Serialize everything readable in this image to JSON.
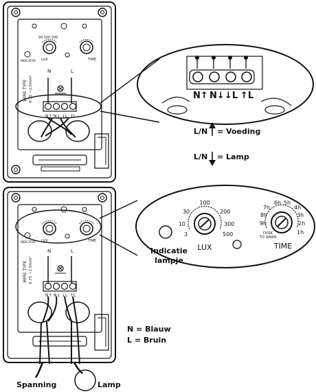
{
  "top_device": {
    "knob_lux_label": "LUX",
    "knob_time_label": "TIME",
    "indicator_label": "INDICATOR",
    "wire_type_label": "WIRE TYPE",
    "wire_spec": "0.75 ~1.5mm²",
    "n_label": "N",
    "l_label": "L",
    "terminals": [
      "N↑",
      "N↓",
      "↓L",
      "↑L"
    ]
  },
  "zoom_terminals": {
    "labels": [
      "N↑",
      "N↓",
      "↓L",
      "↑L"
    ]
  },
  "legend_arrows": {
    "supply_prefix": "L/N",
    "supply_text": "= Voeding",
    "lamp_prefix": "L/N",
    "lamp_text": "= Lamp"
  },
  "zoom_knobs": {
    "lux_scale": [
      "3",
      "10",
      "30",
      "100",
      "200",
      "300",
      "500"
    ],
    "lux_label": "LUX",
    "time_scale": [
      "9h",
      "8h",
      "7h",
      "6h",
      "5h",
      "4h",
      "3h",
      "2h",
      "1h"
    ],
    "time_dusk": "DUSK",
    "time_to_dawn": "TO DAWN",
    "time_label": "TIME",
    "indicator_label": "Indicatie",
    "indicator_label_2": "lampje"
  },
  "bottom_device": {
    "knob_lux_label": "LUX",
    "knob_time_label": "TIME",
    "indicator_label": "INDICATOR",
    "wire_type_label": "WIRE TYPE",
    "wire_spec": "0.75 ~1.5mm²",
    "n_label": "N",
    "l_label": "L",
    "terminals": [
      "N↑",
      "N↓",
      "↓L",
      "↑L"
    ]
  },
  "legend_colors": {
    "n": "N = Blauw",
    "l": "L = Bruin"
  },
  "wire_labels": {
    "supply": "Spanning",
    "lamp": "Lamp"
  }
}
